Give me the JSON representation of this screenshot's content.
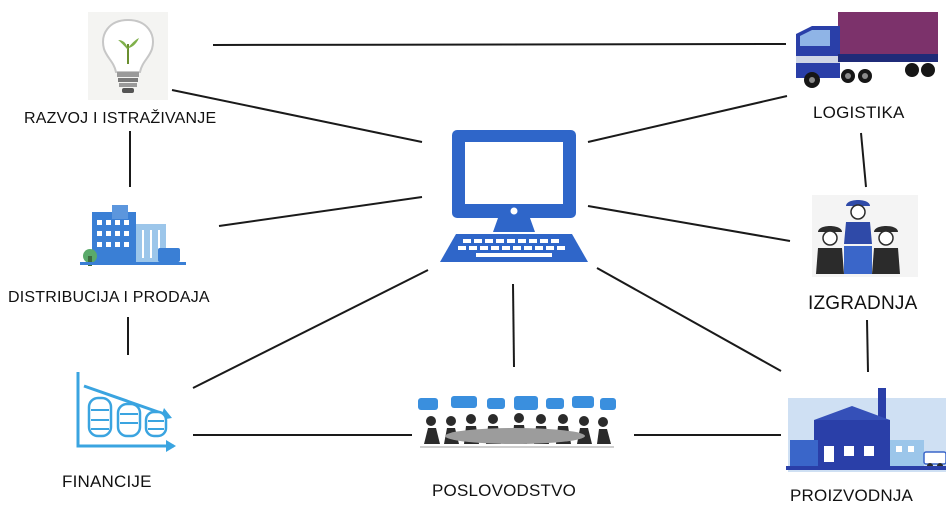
{
  "nodes": {
    "razvoj": {
      "label": "RAZVOJ I ISTRAŽIVANJE",
      "icon": "lightbulb-icon"
    },
    "distribucija": {
      "label": "DISTRIBUCIJA I PRODAJA",
      "icon": "buildings-icon"
    },
    "financije": {
      "label": "FINANCIJE",
      "icon": "coins-chart-icon"
    },
    "poslovodstvo": {
      "label": "POSLOVODSTVO",
      "icon": "meeting-icon"
    },
    "proizvodnja": {
      "label": "PROIZVODNJA",
      "icon": "factory-icon"
    },
    "izgradnja": {
      "label": "IZGRADNJA",
      "icon": "workers-icon"
    },
    "logistika": {
      "label": "LOGISTIKA",
      "icon": "truck-icon"
    },
    "center": {
      "icon": "computer-icon"
    }
  },
  "colors": {
    "computer": "#2f66c9",
    "line": "#1a1a1a",
    "icon_blue": "#3a7fd5",
    "light_blue": "#9cc6ea",
    "truck_blue": "#2a3fa8",
    "trailer_red": "#c0283a"
  }
}
